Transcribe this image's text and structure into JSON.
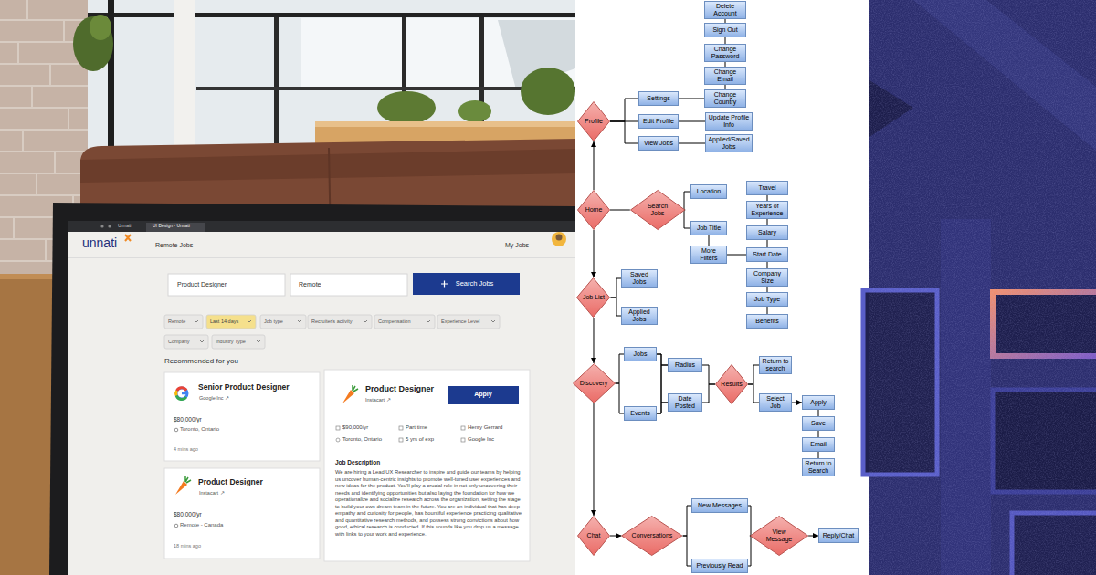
{
  "diagram": {
    "nodes": [
      {
        "text": [
          "Profile"
        ]
      },
      {
        "text": [
          "Settings"
        ]
      },
      {
        "text": [
          "Change Country"
        ]
      },
      {
        "text": [
          "Change Email"
        ]
      },
      {
        "text": [
          "Change Password"
        ]
      },
      {
        "text": [
          "Sign Out"
        ]
      },
      {
        "text": [
          "Delete Account"
        ]
      },
      {
        "text": [
          "Edit Profile"
        ]
      },
      {
        "text": [
          "Update Profile Info"
        ]
      },
      {
        "text": [
          "View Jobs"
        ]
      },
      {
        "text": [
          "Applied/Saved Jobs"
        ]
      },
      {
        "text": [
          "Home"
        ]
      },
      {
        "text": [
          "Search Jobs"
        ]
      },
      {
        "text": [
          "Location"
        ]
      },
      {
        "text": [
          "Job Title"
        ]
      },
      {
        "text": [
          "More Filters"
        ]
      },
      {
        "text": [
          "Start Date"
        ]
      },
      {
        "text": [
          "Salary"
        ]
      },
      {
        "text": [
          "Years of Experience"
        ]
      },
      {
        "text": [
          "Travel"
        ]
      },
      {
        "text": [
          "Company Size"
        ]
      },
      {
        "text": [
          "Job Type"
        ]
      },
      {
        "text": [
          "Benefits"
        ]
      },
      {
        "text": [
          "Job List"
        ]
      },
      {
        "text": [
          "Saved Jobs"
        ]
      },
      {
        "text": [
          "Applied Jobs"
        ]
      },
      {
        "text": [
          "Discovery"
        ]
      },
      {
        "text": [
          "Jobs"
        ]
      },
      {
        "text": [
          "Events"
        ]
      },
      {
        "text": [
          "Radius"
        ]
      },
      {
        "text": [
          "Date Posted"
        ]
      },
      {
        "text": [
          "Results"
        ]
      },
      {
        "text": [
          "Return to search"
        ]
      },
      {
        "text": [
          "Select Job"
        ]
      },
      {
        "text": [
          "Apply"
        ]
      },
      {
        "text": [
          "Save"
        ]
      },
      {
        "text": [
          "Email"
        ]
      },
      {
        "text": [
          "Return to Search"
        ]
      },
      {
        "text": [
          "Chat"
        ]
      },
      {
        "text": [
          "Conversations"
        ]
      },
      {
        "text": [
          "New Messages"
        ]
      },
      {
        "text": [
          "Previously Read"
        ]
      },
      {
        "text": [
          "View Message"
        ]
      },
      {
        "text": [
          "Reply/Chat"
        ]
      }
    ],
    "edges": [
      {
        "from": 11,
        "to": 0,
        "arrow": "to"
      },
      {
        "from": 11,
        "to": 23,
        "arrow": "to"
      },
      {
        "from": 23,
        "to": 26,
        "arrow": "to"
      },
      {
        "from": 26,
        "to": 38,
        "arrow": "to"
      },
      {
        "from": 0,
        "to": 1,
        "arrow": "none"
      },
      {
        "from": 0,
        "to": 7,
        "arrow": "none"
      },
      {
        "from": 0,
        "to": 9,
        "arrow": "none"
      },
      {
        "from": 1,
        "to": 2,
        "arrow": "none"
      },
      {
        "from": 2,
        "to": 3,
        "arrow": "none"
      },
      {
        "from": 3,
        "to": 4,
        "arrow": "none"
      },
      {
        "from": 4,
        "to": 5,
        "arrow": "none"
      },
      {
        "from": 5,
        "to": 6,
        "arrow": "none"
      },
      {
        "from": 7,
        "to": 8,
        "arrow": "none"
      },
      {
        "from": 9,
        "to": 10,
        "arrow": "none"
      },
      {
        "from": 11,
        "to": 12,
        "arrow": "none"
      },
      {
        "from": 12,
        "to": 13,
        "arrow": "none"
      },
      {
        "from": 12,
        "to": 14,
        "arrow": "none"
      },
      {
        "from": 14,
        "to": 15,
        "arrow": "none"
      },
      {
        "from": 15,
        "to": 16,
        "arrow": "none"
      },
      {
        "from": 16,
        "to": 17,
        "arrow": "none"
      },
      {
        "from": 17,
        "to": 18,
        "arrow": "none"
      },
      {
        "from": 18,
        "to": 19,
        "arrow": "none"
      },
      {
        "from": 16,
        "to": 20,
        "arrow": "none"
      },
      {
        "from": 20,
        "to": 21,
        "arrow": "none"
      },
      {
        "from": 21,
        "to": 22,
        "arrow": "none"
      },
      {
        "from": 23,
        "to": 24,
        "arrow": "none"
      },
      {
        "from": 23,
        "to": 25,
        "arrow": "none"
      },
      {
        "from": 26,
        "to": 27,
        "arrow": "none"
      },
      {
        "from": 26,
        "to": 28,
        "arrow": "none"
      },
      {
        "from": 27,
        "to": 29,
        "arrow": "none"
      },
      {
        "from": 27,
        "to": 30,
        "arrow": "none"
      },
      {
        "from": 28,
        "to": 29,
        "arrow": "none"
      },
      {
        "from": 28,
        "to": 30,
        "arrow": "none"
      },
      {
        "from": 29,
        "to": 31,
        "arrow": "none"
      },
      {
        "from": 30,
        "to": 31,
        "arrow": "none"
      },
      {
        "from": 31,
        "to": 32,
        "arrow": "none"
      },
      {
        "from": 31,
        "to": 33,
        "arrow": "none"
      },
      {
        "from": 33,
        "to": 34,
        "arrow": "to"
      },
      {
        "from": 34,
        "to": 35,
        "arrow": "none"
      },
      {
        "from": 35,
        "to": 36,
        "arrow": "none"
      },
      {
        "from": 36,
        "to": 37,
        "arrow": "none"
      },
      {
        "from": 38,
        "to": 39,
        "arrow": "to"
      },
      {
        "from": 39,
        "to": 40,
        "arrow": "none"
      },
      {
        "from": 39,
        "to": 41,
        "arrow": "none"
      },
      {
        "from": 40,
        "to": 42,
        "arrow": "none"
      },
      {
        "from": 41,
        "to": 42,
        "arrow": "none"
      },
      {
        "from": 42,
        "to": 43,
        "arrow": "to"
      }
    ],
    "labels": [
      "Unnati",
      "UI Design - Unnati",
      "unnati",
      "Remote Jobs",
      "My Jobs",
      "Product Designer",
      "Remote",
      "Search Jobs",
      "Remote",
      "Last 14 days",
      "Job type",
      "Recruiter's activity",
      "Compensation",
      "Experience Level",
      "Company",
      "Industry Type",
      "Recommended for you",
      "Senior Product Designer",
      "Google Inc ↗",
      "$80,000/yr",
      "Toronto, Ontario",
      "4 mins ago",
      "Product Designer",
      "Instacart ↗",
      "$80,000/yr",
      "Remote - Canada",
      "18 mins ago",
      "Product Designer",
      "Instacart ↗",
      "Apply",
      "$90,000/yr",
      "Part time",
      "Henry Gerrard",
      "Toronto, Ontario",
      "5 yrs of exp",
      "Google Inc",
      "Job Description",
      "We are hiring a Lead UX Researcher to inspire and guide our teams by helping us uncover human-centric insights to promote well-tuned user experiences and new ideas for the product. You'll play a crucial role in not only uncovering their needs and identifying opportunities but also laying the foundation for how we operationalize and socialize research across the organization, setting the stage to build your own dream team in the future. You are an individual that has deep empathy and curiosity for people, has bountiful experience practicing qualitative and quantitative research methods, and possess strong convictions about how good, ethical research is conducted. If this sounds like you drop us a message with links to your work and experience."
    ]
  }
}
